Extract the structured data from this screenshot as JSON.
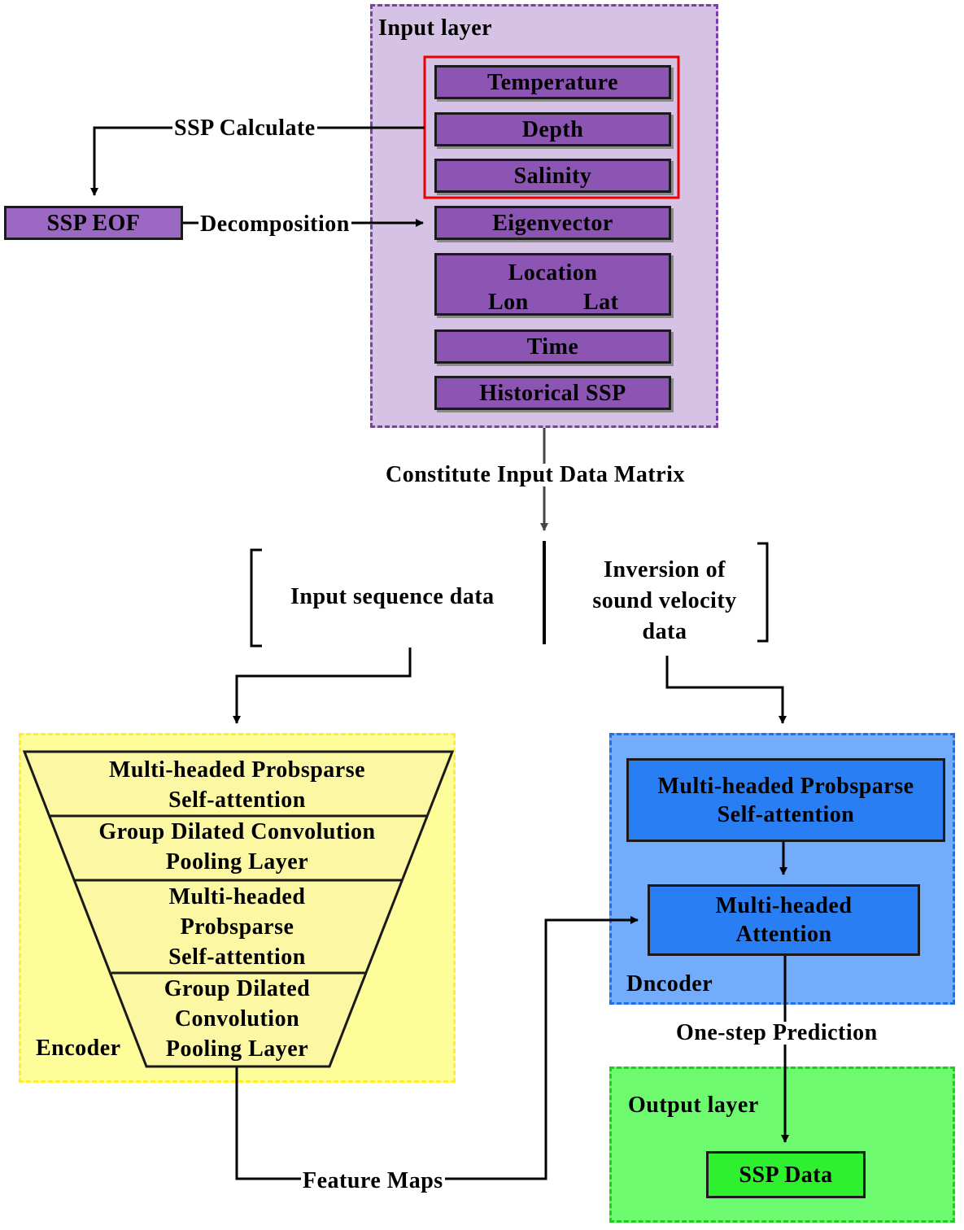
{
  "input_layer": {
    "title": "Input layer",
    "items": {
      "temperature": "Temperature",
      "depth": "Depth",
      "salinity": "Salinity",
      "eigenvector": "Eigenvector",
      "location": "Location",
      "lon": "Lon",
      "lat": "Lat",
      "time": "Time",
      "historical_ssp": "Historical SSP"
    }
  },
  "ssp_eof": "SSP EOF",
  "labels": {
    "ssp_calculate": "SSP Calculate",
    "decomposition": "Decomposition",
    "constitute": "Constitute Input Data Matrix",
    "input_sequence": "Input sequence data",
    "inversion_line1": "Inversion of",
    "inversion_line2": "sound velocity",
    "inversion_line3": "data",
    "feature_maps": "Feature Maps",
    "one_step": "One-step Prediction"
  },
  "encoder": {
    "title": "Encoder",
    "layers": [
      [
        "Multi-headed Probsparse",
        "Self-attention"
      ],
      [
        "Group Dilated Convolution",
        "Pooling Layer"
      ],
      [
        "Multi-headed",
        "Probsparse",
        "Self-attention"
      ],
      [
        "Group Dilated",
        "Convolution",
        "Pooling Layer"
      ]
    ]
  },
  "decoder": {
    "title": "Dncoder",
    "attention1_line1": "Multi-headed Probsparse",
    "attention1_line2": "Self-attention",
    "attention2_line1": "Multi-headed",
    "attention2_line2": "Attention"
  },
  "output_layer": {
    "title": "Output layer",
    "ssp_data": "SSP Data"
  },
  "colors": {
    "input_region": "#d5c2e4",
    "input_border": "#7a3fa8",
    "purple_box": "#8d55b3",
    "highlight_red": "#ee0000",
    "encoder_region": "#fdfd99",
    "encoder_border": "#ffee33",
    "decoder_region": "#73acfa",
    "decoder_border": "#1f6fe8",
    "decoder_box": "#2a7ef3",
    "output_region": "#6efa6e",
    "output_border": "#22cc22",
    "output_box": "#2ef02e"
  }
}
